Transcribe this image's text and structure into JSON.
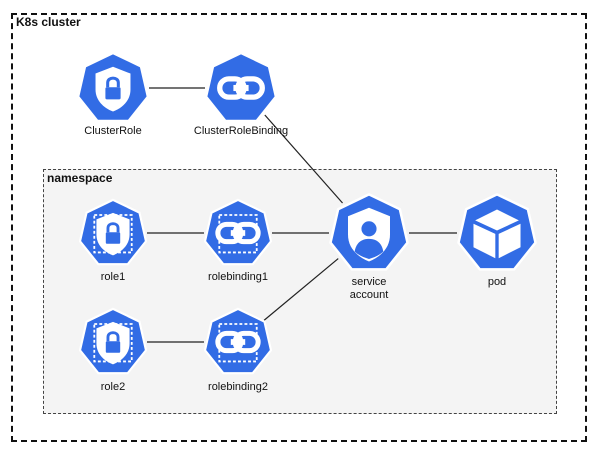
{
  "cluster": {
    "label": "K8s cluster"
  },
  "namespace": {
    "label": "namespace"
  },
  "colors": {
    "node_fill": "#326ce5",
    "node_stroke": "#ffffff",
    "edge": "#222222"
  },
  "nodes": {
    "cluster_role": {
      "label": "ClusterRole",
      "icon": "lock-shield-icon"
    },
    "cluster_role_binding": {
      "label": "ClusterRoleBinding",
      "icon": "link-icon"
    },
    "role1": {
      "label": "role1",
      "icon": "lock-shield-icon"
    },
    "rolebinding1": {
      "label": "rolebinding1",
      "icon": "link-icon"
    },
    "role2": {
      "label": "role2",
      "icon": "lock-shield-icon"
    },
    "rolebinding2": {
      "label": "rolebinding2",
      "icon": "link-icon"
    },
    "service_account": {
      "label": "service\naccount",
      "icon": "user-shield-icon"
    },
    "pod": {
      "label": "pod",
      "icon": "cube-icon"
    }
  },
  "edges": [
    [
      "cluster_role",
      "cluster_role_binding"
    ],
    [
      "cluster_role_binding",
      "service_account"
    ],
    [
      "role1",
      "rolebinding1"
    ],
    [
      "rolebinding1",
      "service_account"
    ],
    [
      "role2",
      "rolebinding2"
    ],
    [
      "rolebinding2",
      "service_account"
    ],
    [
      "service_account",
      "pod"
    ]
  ]
}
